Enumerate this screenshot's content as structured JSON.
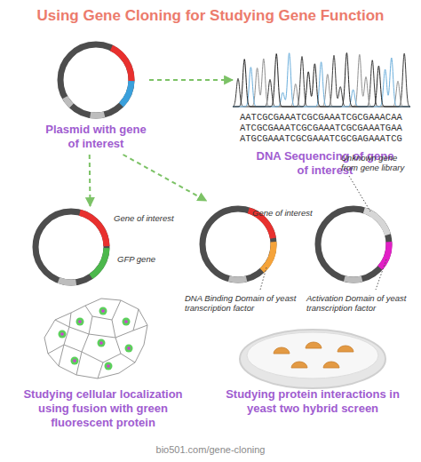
{
  "diagram": {
    "title": "Using Gene Cloning for Studying Gene Function",
    "nodes": [
      {
        "text": [
          "Plasmid with gene of interest"
        ]
      },
      {
        "text": [
          "AATCGCGAAATCGCGAAATCGCGAAACAA ATCGCGAAATCGCGAAATCGCGAAATGAA ATGCGAAATCGCGAAATCGCGAGAAATCG",
          "DNA Sequencing of gene of interest"
        ]
      },
      {
        "text": [
          "Gene of interest",
          "GFP gene"
        ]
      },
      {
        "text": [
          "Gene of interest",
          "DNA Binding Domain of yeast transcription factor"
        ]
      },
      {
        "text": [
          "Unknown gene from gene library",
          "Activation Domain of yeast transcription factor"
        ]
      }
    ],
    "edges": [
      {
        "from": 0,
        "to": 1,
        "arrow": "to"
      },
      {
        "from": 0,
        "to": 2,
        "arrow": "to"
      },
      {
        "from": 0,
        "to": 3,
        "arrow": "to"
      }
    ],
    "labels": [
      "Studying cellular localization using fusion with green fluorescent protein",
      "Studying protein interactions in yeast two hybrid screen",
      "bio501.com/gene-cloning"
    ]
  }
}
